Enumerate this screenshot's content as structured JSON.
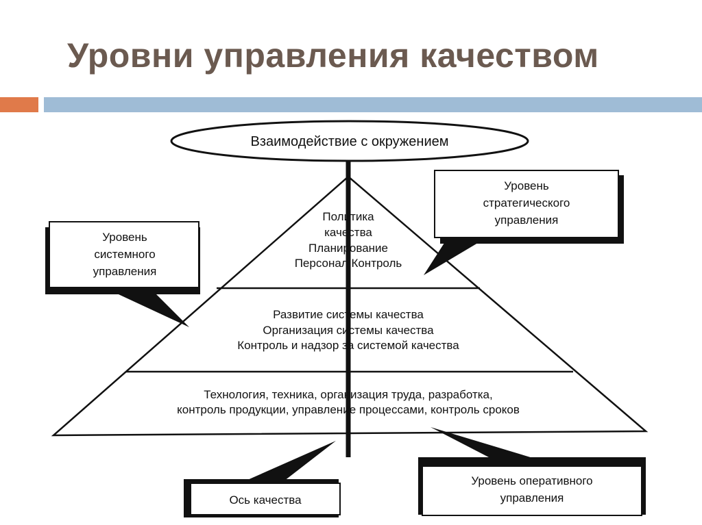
{
  "slide": {
    "title": "Уровни управления качеством"
  },
  "colors": {
    "title": "#6b5a50",
    "accent_bar": "#e07a4a",
    "main_bar": "#9fbcd6",
    "line": "#111111"
  },
  "diagram": {
    "top_ellipse": "Взаимодействие с окружением",
    "pyramid": {
      "top_section": [
        "Политика",
        "качества",
        "Планирование",
        "Персонал Контроль"
      ],
      "middle_section": [
        "Развитие системы качества",
        "Организация системы качества",
        "Контроль и надзор за системой качества"
      ],
      "bottom_section": [
        "Технология, техника, организация труда, разработка,",
        "контроль продукции, управление процессами, контроль сроков"
      ]
    },
    "callouts": {
      "strategic": [
        "Уровень",
        "стратегического",
        "управления"
      ],
      "system": [
        "Уровень",
        "системного",
        "управления"
      ],
      "quality_axis": "Ось качества",
      "operational": [
        "Уровень оперативного",
        "управления"
      ]
    }
  }
}
